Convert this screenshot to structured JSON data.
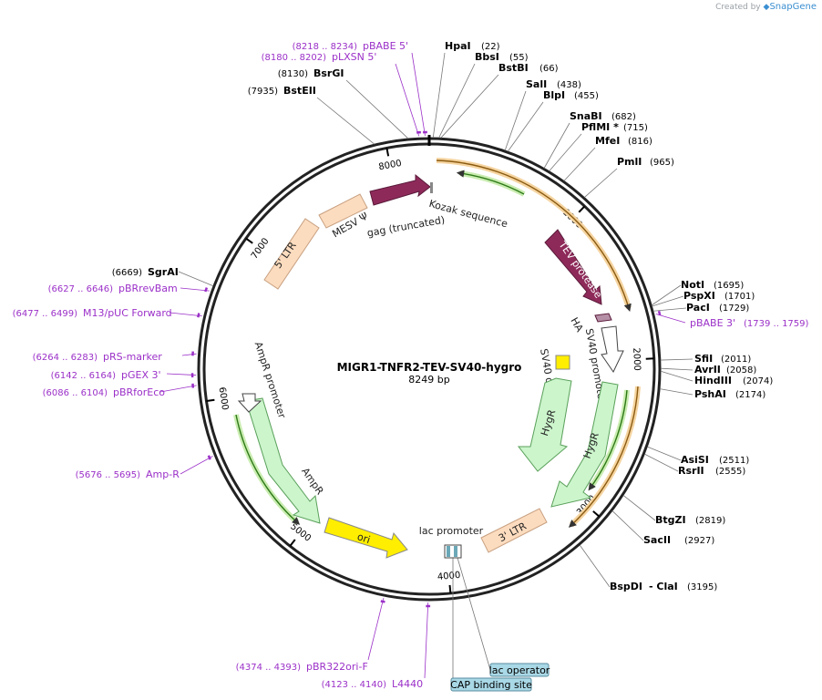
{
  "watermark": {
    "created_by": "Created by",
    "brand": "SnapGene"
  },
  "plasmid": {
    "name": "MIGR1-TNFR2-TEV-SV40-hygro",
    "size_label": "8249 bp",
    "length": 8249
  },
  "ticks": [
    {
      "bp": 1000,
      "label": "1000"
    },
    {
      "bp": 2000,
      "label": "2000"
    },
    {
      "bp": 3000,
      "label": "3000"
    },
    {
      "bp": 4000,
      "label": "4000"
    },
    {
      "bp": 5000,
      "label": "5000"
    },
    {
      "bp": 6000,
      "label": "6000"
    },
    {
      "bp": 7000,
      "label": "7000"
    },
    {
      "bp": 8000,
      "label": "8000"
    }
  ],
  "enzymes": [
    {
      "name": "HpaI",
      "pos": "(22)",
      "bp": 22
    },
    {
      "name": "BbsI",
      "pos": "(55)",
      "bp": 55
    },
    {
      "name": "BstBI",
      "pos": "(66)",
      "bp": 66
    },
    {
      "name": "SalI",
      "pos": "(438)",
      "bp": 438
    },
    {
      "name": "BlpI",
      "pos": "(455)",
      "bp": 455
    },
    {
      "name": "SnaBI",
      "pos": "(682)",
      "bp": 682
    },
    {
      "name": "PflMI *",
      "pos": "(715)",
      "bp": 715
    },
    {
      "name": "MfeI",
      "pos": "(816)",
      "bp": 816
    },
    {
      "name": "PmlI",
      "pos": "(965)",
      "bp": 965
    },
    {
      "name": "NotI",
      "pos": "(1695)",
      "bp": 1695
    },
    {
      "name": "PspXI",
      "pos": "(1701)",
      "bp": 1701
    },
    {
      "name": "PacI",
      "pos": "(1729)",
      "bp": 1729
    },
    {
      "name": "SfiI",
      "pos": "(2011)",
      "bp": 2011
    },
    {
      "name": "AvrII",
      "pos": "(2058)",
      "bp": 2058
    },
    {
      "name": "HindIII",
      "pos": "(2074)",
      "bp": 2074
    },
    {
      "name": "PshAI",
      "pos": "(2174)",
      "bp": 2174
    },
    {
      "name": "AsiSI",
      "pos": "(2511)",
      "bp": 2511
    },
    {
      "name": "RsrII",
      "pos": "(2555)",
      "bp": 2555
    },
    {
      "name": "BtgZI",
      "pos": "(2819)",
      "bp": 2819
    },
    {
      "name": "SacII",
      "pos": "(2927)",
      "bp": 2927
    },
    {
      "name": "BspDI",
      "pos": "(3195)",
      "bp": 3195,
      "extra": "- ClaI"
    },
    {
      "name": "SgrAI",
      "pos": "(6669)",
      "bp": 6669
    },
    {
      "name": "BsrGI",
      "pos": "(8130)",
      "bp": 8130
    },
    {
      "name": "BstEII",
      "pos": "(7935)",
      "bp": 7935
    }
  ],
  "primers": [
    {
      "name": "pBABE 5'",
      "range": "(8218 .. 8234)",
      "bp": 8226
    },
    {
      "name": "pLXSN 5'",
      "range": "(8180 .. 8202)",
      "bp": 8191
    },
    {
      "name": "pBABE 3'",
      "range": "(1739 .. 1759)",
      "bp": 1749
    },
    {
      "name": "pBRrevBam",
      "range": "(6627 .. 6646)",
      "bp": 6636
    },
    {
      "name": "M13/pUC Forward",
      "range": "(6477 .. 6499)",
      "bp": 6488
    },
    {
      "name": "pRS-marker",
      "range": "(6264 .. 6283)",
      "bp": 6273
    },
    {
      "name": "pGEX 3'",
      "range": "(6142 .. 6164)",
      "bp": 6153
    },
    {
      "name": "pBRforEco",
      "range": "(6086 .. 6104)",
      "bp": 6095
    },
    {
      "name": "Amp-R",
      "range": "(5676 .. 5695)",
      "bp": 5685
    },
    {
      "name": "pBR322ori-F",
      "range": "(4374 .. 4393)",
      "bp": 4383
    },
    {
      "name": "L4440",
      "range": "(4123 .. 4140)",
      "bp": 4131
    }
  ],
  "features": [
    {
      "name": "5' LTR",
      "color": "#fcdcbf"
    },
    {
      "name": "MESV Ψ",
      "color": "#fcdcbf"
    },
    {
      "name": "gag (truncated)",
      "color": "#8e2a5a"
    },
    {
      "name": "Kozak sequence",
      "color": "#888888"
    },
    {
      "name": "TEV protease",
      "color": "#8e2a5a"
    },
    {
      "name": "HA",
      "color": "#b58fa6"
    },
    {
      "name": "SV40 promoter",
      "color": "#ffffff"
    },
    {
      "name": "SV40 ori",
      "color": "#ffee00"
    },
    {
      "name": "HygR",
      "color": "#ccf5cc"
    },
    {
      "name": "HygR",
      "color": "#ccf5cc"
    },
    {
      "name": "3' LTR",
      "color": "#fcdcbf"
    },
    {
      "name": "lac promoter",
      "color": "#ffffff"
    },
    {
      "name": "ori",
      "color": "#ffee00"
    },
    {
      "name": "AmpR",
      "color": "#ccf5cc"
    },
    {
      "name": "AmpR promoter",
      "color": "#ffffff"
    }
  ],
  "boxed_labels": [
    {
      "name": "lac operator",
      "color": "#a9d8e6"
    },
    {
      "name": "CAP binding site",
      "color": "#a9d8e6"
    }
  ],
  "colors": {
    "backbone": "#222222",
    "primer": "#9b30c8",
    "orf_orange": "#e8a548",
    "orf_green": "#6fbf3f",
    "ltr": "#fcdcbf"
  }
}
